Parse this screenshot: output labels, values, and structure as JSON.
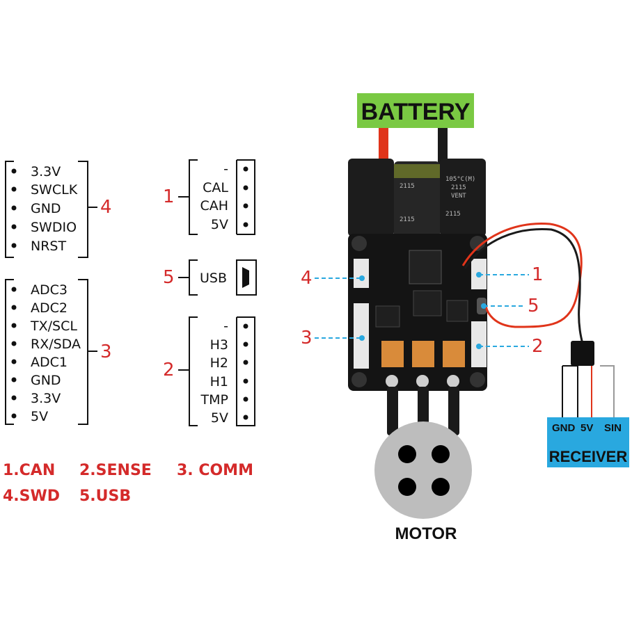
{
  "swd_connector": {
    "pins": [
      "3.3V",
      "SWCLK",
      "GND",
      "SWDIO",
      "NRST"
    ],
    "number": "4"
  },
  "comm_connector": {
    "pins": [
      "ADC3",
      "ADC2",
      "TX/SCL",
      "RX/SDA",
      "ADC1",
      "GND",
      "3.3V",
      "5V"
    ],
    "number": "3"
  },
  "can_connector": {
    "pins": [
      "-",
      "CAL",
      "CAH",
      "5V"
    ],
    "number": "1"
  },
  "usb_connector": {
    "label": "USB",
    "number": "5"
  },
  "sense_connector": {
    "pins": [
      "-",
      "H3",
      "H2",
      "H1",
      "TMP",
      "5V"
    ],
    "number": "2"
  },
  "legend": {
    "row1": [
      "1.CAN",
      "2.SENSE",
      "3. COMM"
    ],
    "row2": [
      "4.SWD",
      "5.USB"
    ]
  },
  "battery_label": "BATTERY",
  "motor_label": "MOTOR",
  "receiver": {
    "title": "RECEIVER",
    "pins": [
      "GND",
      "5V",
      "SIN"
    ]
  },
  "board_callouts": {
    "left": [
      "4",
      "3"
    ],
    "right": [
      "1",
      "5",
      "2"
    ]
  },
  "colors": {
    "accent_red": "#d42a2a",
    "battery_green": "#7ac943",
    "receiver_blue": "#29a8df",
    "callout_blue": "#29a8df",
    "motor_gray": "#bdbdbd"
  }
}
